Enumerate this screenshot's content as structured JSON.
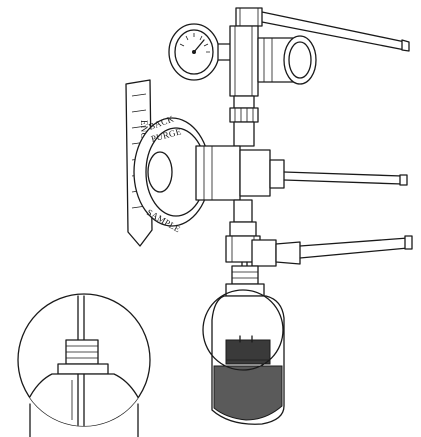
{
  "labels": {
    "back": "BACK",
    "purge": "PURGE",
    "sample": "SAMPLE",
    "handle_text": "ENODE"
  },
  "colors": {
    "ink": "#1a1a1a",
    "liquid": "#5a5a5a",
    "liquid_dark": "#3a3a3a",
    "paper": "#ffffff"
  }
}
